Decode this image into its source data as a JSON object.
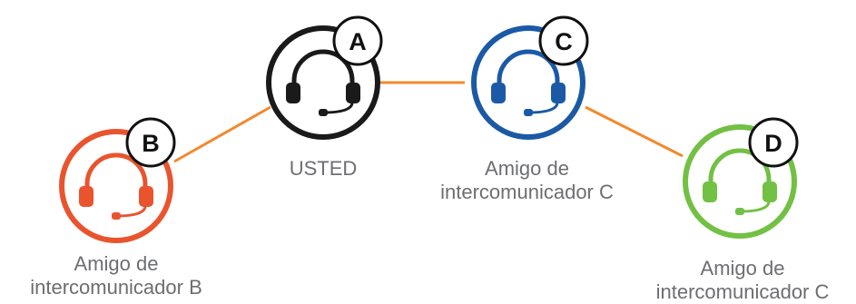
{
  "nodes": [
    {
      "id": "A",
      "badge": "A",
      "label": "USTED",
      "color": "#1a1a1a"
    },
    {
      "id": "B",
      "badge": "B",
      "label": "Amigo de intercomunicador B",
      "color": "#e9542e"
    },
    {
      "id": "C",
      "badge": "C",
      "label": "Amigo de intercomunicador C",
      "color": "#1b59a6"
    },
    {
      "id": "D",
      "badge": "D",
      "label": "Amigo de intercomunicador C",
      "color": "#72c044"
    }
  ],
  "connections": [
    {
      "from": "B",
      "to": "A"
    },
    {
      "from": "A",
      "to": "C"
    },
    {
      "from": "C",
      "to": "D"
    }
  ],
  "link_color": "#f18a2e"
}
